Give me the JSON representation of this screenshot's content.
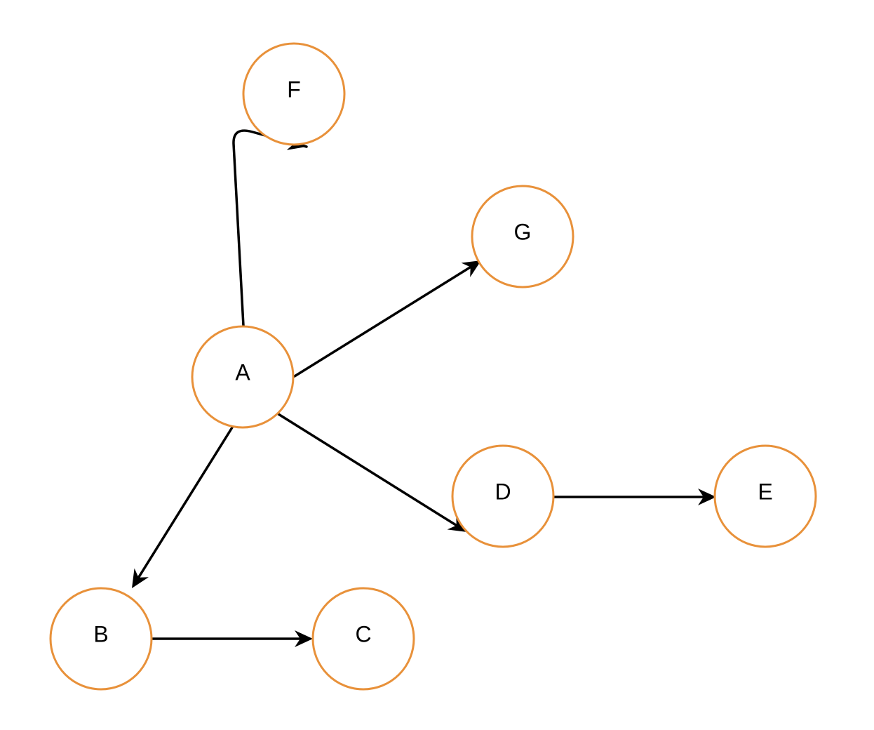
{
  "diagram": {
    "type": "directed-graph",
    "colors": {
      "node_stroke": "#E8913A",
      "edge": "#000000",
      "text": "#000000",
      "background": "#FFFFFF"
    },
    "nodes": [
      {
        "id": "A",
        "label": "A"
      },
      {
        "id": "B",
        "label": "B"
      },
      {
        "id": "C",
        "label": "C"
      },
      {
        "id": "D",
        "label": "D"
      },
      {
        "id": "E",
        "label": "E"
      },
      {
        "id": "F",
        "label": "F"
      },
      {
        "id": "G",
        "label": "G"
      }
    ],
    "edges": [
      {
        "from": "A",
        "to": "F"
      },
      {
        "from": "A",
        "to": "G"
      },
      {
        "from": "A",
        "to": "D"
      },
      {
        "from": "A",
        "to": "B"
      },
      {
        "from": "B",
        "to": "C"
      },
      {
        "from": "D",
        "to": "E"
      }
    ]
  }
}
